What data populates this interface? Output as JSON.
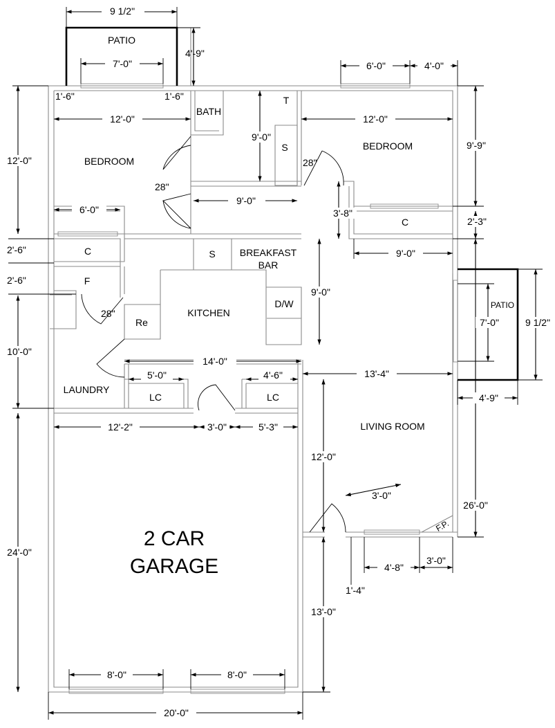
{
  "rooms": {
    "patio_top": "PATIO",
    "bath": "BATH",
    "toilet": "T",
    "shower": "S",
    "bedroom_left": "BEDROOM",
    "bedroom_right": "BEDROOM",
    "closet_right": "C",
    "closet_left": "C",
    "furnace": "F",
    "sink": "S",
    "breakfast_line1": "BREAKFAST",
    "breakfast_line2": "BAR",
    "dishwasher": "D/W",
    "kitchen": "KITCHEN",
    "refrigerator": "Re",
    "patio_right": "PATIO",
    "laundry": "LAUNDRY",
    "linen_left": "LC",
    "linen_right": "LC",
    "living_room": "LIVING ROOM",
    "fireplace": "F.P.",
    "garage_line1": "2 CAR",
    "garage_line2": "GARAGE"
  },
  "dimensions": {
    "patio_top_width": "9 1/2\"",
    "patio_top_door": "7'-0\"",
    "patio_top_depth": "4'-9\"",
    "patio_side_left": "1'-6\"",
    "patio_side_right": "1'-6\"",
    "bedroom_left_width": "12'-0\"",
    "bedroom_left_height": "12'-0\"",
    "door_bedroom_left": "28\"",
    "hall_width": "9'-0\"",
    "bath_height": "9'-0\"",
    "window_right_6": "6'-0\"",
    "window_right_4": "4'-0\"",
    "bedroom_right_width": "12'-0\"",
    "bedroom_right_height": "9'-9\"",
    "door_bedroom_right": "28\"",
    "hall_jog": "3'-8\"",
    "closet_right_depth": "2'-3\"",
    "closet_left_width": "6'-0\"",
    "closet_left_depth": "2'-6\"",
    "furnace_depth": "2'-6\"",
    "door_furnace": "28\"",
    "laundry_height": "10'-0\"",
    "kitchen_height": "9'-0\"",
    "dining_width": "9'-0\"",
    "patio_right_door": "7'-0\"",
    "patio_right_width": "9 1/2\"",
    "patio_right_depth": "4'-9\"",
    "kitchen_width": "14'-0\"",
    "linen_left_width": "5'-0\"",
    "linen_right_width": "4'-6\"",
    "living_width": "13'-4\"",
    "garage_left": "12'-2\"",
    "garage_door_in": "3'-0\"",
    "garage_right": "5'-3\"",
    "living_height": "12'-0\"",
    "front_door": "3'-0\"",
    "overall_depth": "26'-0\"",
    "front_window": "4'-8\"",
    "front_right": "3'-0\"",
    "front_left": "1'-4\"",
    "garage_depth": "24'-0\"",
    "entry_depth": "13'-0\"",
    "garage_door_left": "8'-0\"",
    "garage_door_right": "8'-0\"",
    "garage_width": "20'-0\""
  }
}
